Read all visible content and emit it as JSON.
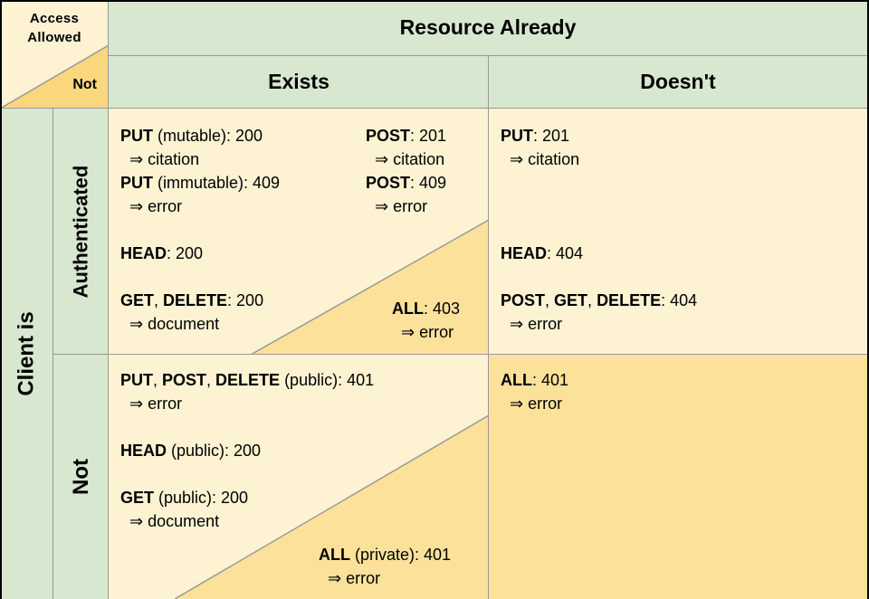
{
  "corner": {
    "access_line1": "Access",
    "access_line2": "Allowed",
    "not": "Not"
  },
  "headers": {
    "resource": "Resource Already",
    "exists": "Exists",
    "doesnt": "Doesn't"
  },
  "row_headers": {
    "client": "Client is",
    "authenticated": "Authenticated",
    "not": "Not"
  },
  "colors": {
    "green": "#D7E7D0",
    "cream": "#FDF3D3",
    "gold": "#FCE19A",
    "corner_gold": "#FAD77D",
    "grid": "#999999",
    "border": "#000000"
  },
  "blocks": {
    "auth_exists_left": {
      "lines": [
        [
          {
            "b": "PUT"
          },
          {
            "t": " (mutable): 200"
          }
        ],
        [
          {
            "t": "  ⇒ citation"
          }
        ],
        [
          {
            "b": "PUT"
          },
          {
            "t": " (immutable): 409"
          }
        ],
        [
          {
            "t": "  ⇒ error"
          }
        ],
        [],
        [
          {
            "b": "HEAD"
          },
          {
            "t": ": 200"
          }
        ],
        [],
        [
          {
            "b": "GET"
          },
          {
            "t": ", "
          },
          {
            "b": "DELETE"
          },
          {
            "t": ": 200"
          }
        ],
        [
          {
            "t": "  ⇒ document"
          }
        ]
      ]
    },
    "auth_exists_right": {
      "lines": [
        [
          {
            "b": "POST"
          },
          {
            "t": ": 201"
          }
        ],
        [
          {
            "t": "  ⇒ citation"
          }
        ],
        [
          {
            "b": "POST"
          },
          {
            "t": ": 409"
          }
        ],
        [
          {
            "t": "  ⇒ error"
          }
        ]
      ]
    },
    "auth_exists_all": {
      "lines": [
        [
          {
            "b": "ALL"
          },
          {
            "t": ": 403"
          }
        ],
        [
          {
            "t": "  ⇒ error"
          }
        ]
      ]
    },
    "auth_doesnt": {
      "lines": [
        [
          {
            "b": "PUT"
          },
          {
            "t": ": 201"
          }
        ],
        [
          {
            "t": "  ⇒ citation"
          }
        ],
        [],
        [],
        [],
        [
          {
            "b": "HEAD"
          },
          {
            "t": ": 404"
          }
        ],
        [],
        [
          {
            "b": "POST"
          },
          {
            "t": ", "
          },
          {
            "b": "GET"
          },
          {
            "t": ", "
          },
          {
            "b": "DELETE"
          },
          {
            "t": ": 404"
          }
        ],
        [
          {
            "t": "  ⇒ error"
          }
        ]
      ]
    },
    "not_exists_left": {
      "lines": [
        [
          {
            "b": "PUT"
          },
          {
            "t": ", "
          },
          {
            "b": "POST"
          },
          {
            "t": ", "
          },
          {
            "b": "DELETE"
          },
          {
            "t": " (public): 401"
          }
        ],
        [
          {
            "t": "  ⇒ error"
          }
        ],
        [],
        [
          {
            "b": "HEAD"
          },
          {
            "t": " (public): 200"
          }
        ],
        [],
        [
          {
            "b": "GET"
          },
          {
            "t": " (public): 200"
          }
        ],
        [
          {
            "t": "  ⇒ document"
          }
        ]
      ]
    },
    "not_exists_all": {
      "lines": [
        [
          {
            "b": "ALL"
          },
          {
            "t": " (private): 401"
          }
        ],
        [
          {
            "t": "  ⇒ error"
          }
        ]
      ]
    },
    "not_doesnt": {
      "lines": [
        [
          {
            "b": "ALL"
          },
          {
            "t": ": 401"
          }
        ],
        [
          {
            "t": "  ⇒ error"
          }
        ]
      ]
    }
  }
}
